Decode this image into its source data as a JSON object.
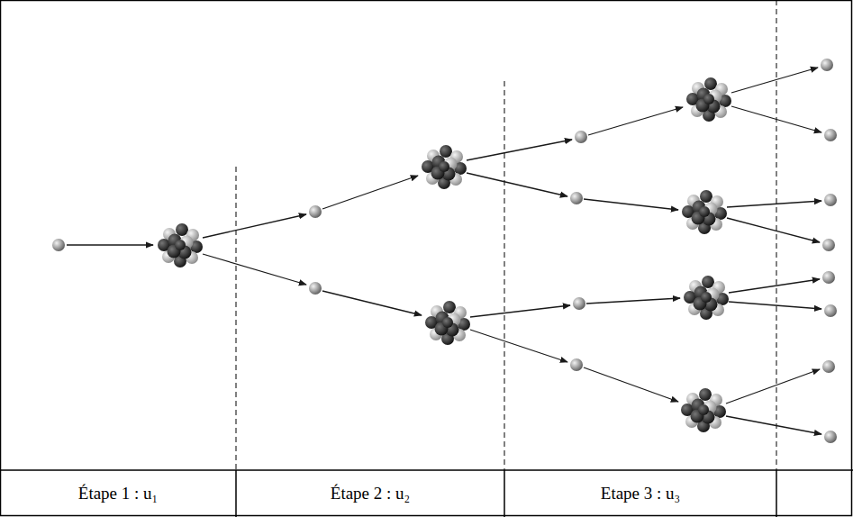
{
  "diagram": {
    "labels": [
      "Étape 1 : u₁",
      "Étape 2 : u₂",
      "Etape 3 : u₃"
    ]
  }
}
